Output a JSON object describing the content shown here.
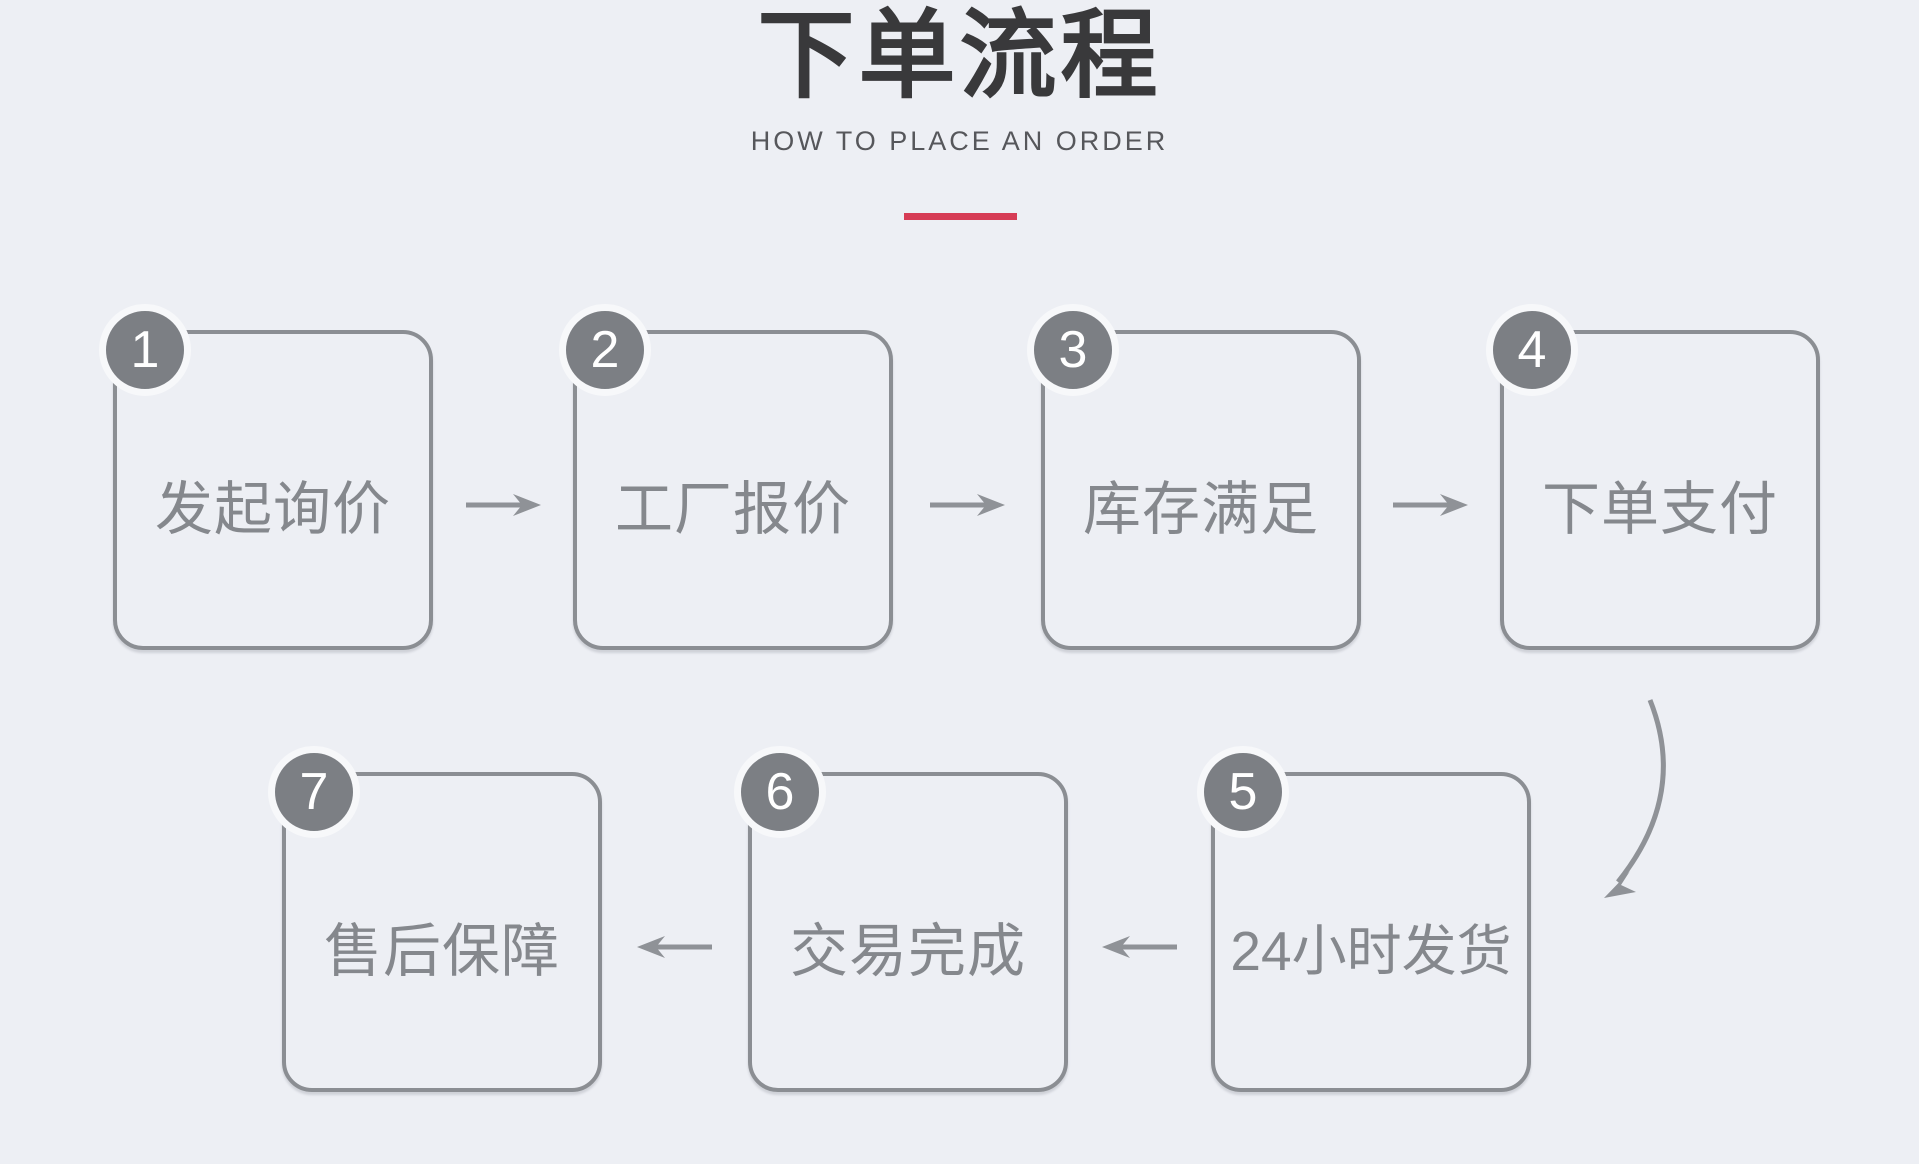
{
  "page": {
    "title": "下单流程",
    "subtitle": "HOW TO PLACE AN ORDER",
    "background_color": "#edeff4",
    "accent_color": "#d63c55",
    "box_border_color": "#8b8e93",
    "label_color": "#85888d",
    "badge_color": "#7c7f84",
    "arrow_color": "#8f9297"
  },
  "steps": [
    {
      "number": "1",
      "label": "发起询价"
    },
    {
      "number": "2",
      "label": "工厂报价"
    },
    {
      "number": "3",
      "label": "库存满足"
    },
    {
      "number": "4",
      "label": "下单支付"
    },
    {
      "number": "5",
      "label": "24小时发货"
    },
    {
      "number": "6",
      "label": "交易完成"
    },
    {
      "number": "7",
      "label": "售后保障"
    }
  ]
}
